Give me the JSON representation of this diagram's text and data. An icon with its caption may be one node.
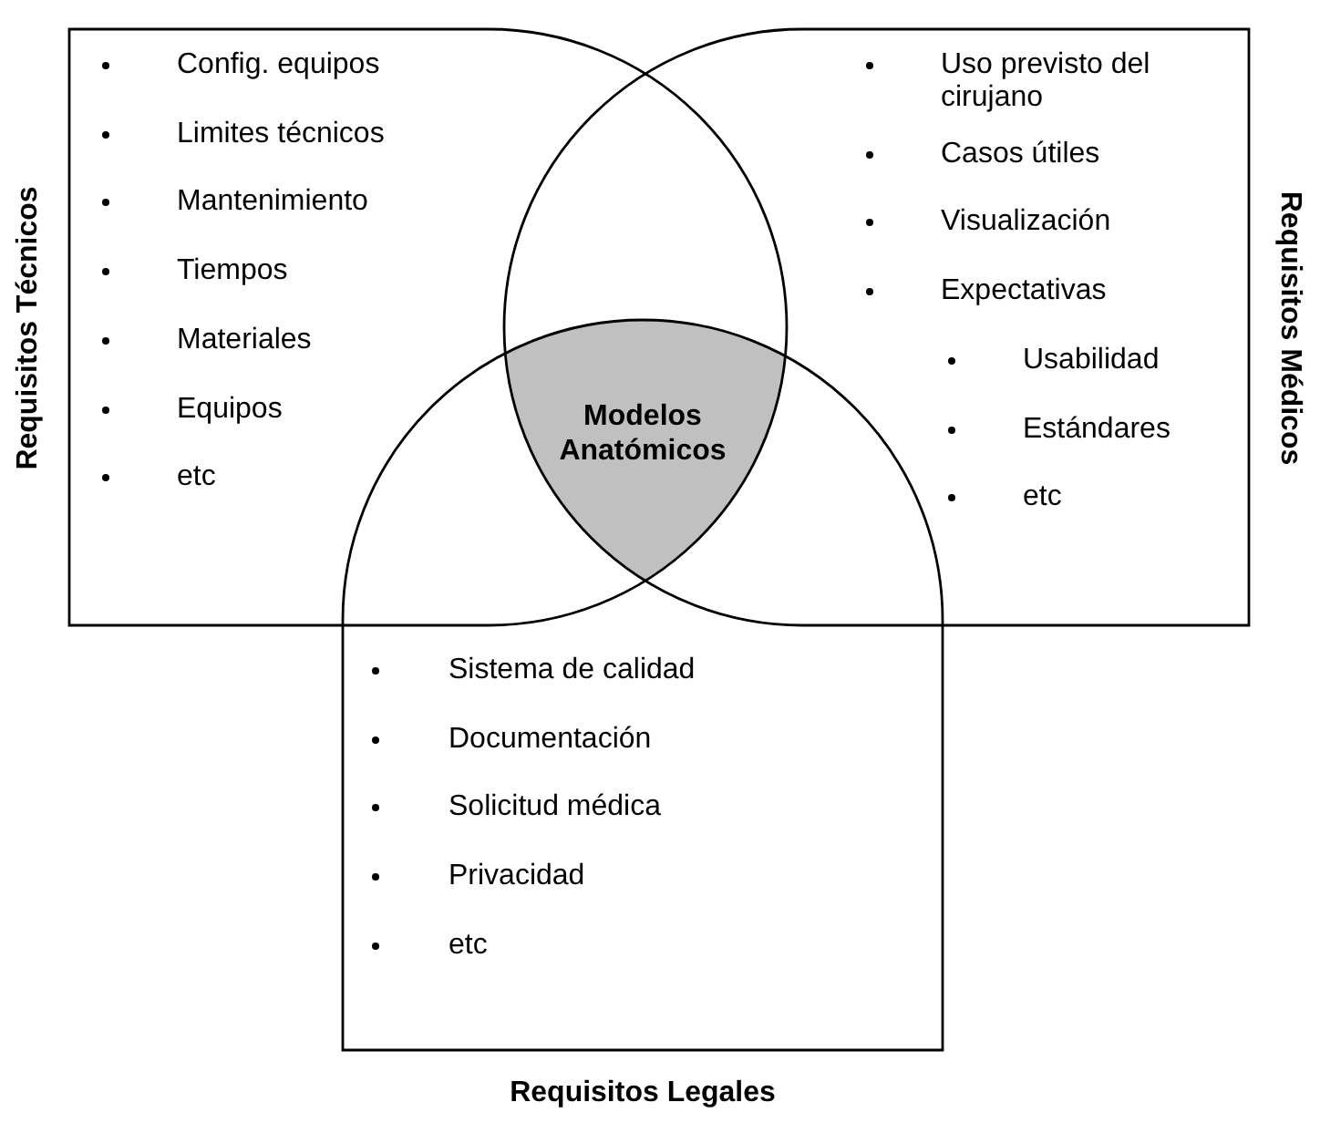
{
  "diagram": {
    "nodes": [
      {
        "text": [
          "Requisitos Técnicos",
          "Config. equipos",
          "Limites técnicos",
          "Mantenimiento",
          "Tiempos",
          "Materiales",
          "Equipos",
          "etc"
        ]
      },
      {
        "text": [
          "Requisitos Médicos",
          "Uso previsto del cirujano",
          "Casos útiles",
          "Visualización",
          "Expectativas",
          "Usabilidad",
          "Estándares",
          "etc"
        ]
      },
      {
        "text": [
          "Requisitos Legales",
          "Sistema de calidad",
          "Documentación",
          "Solicitud médica",
          "Privacidad",
          "etc"
        ]
      },
      {
        "text": [
          "Modelos Anatómicos"
        ]
      }
    ]
  }
}
